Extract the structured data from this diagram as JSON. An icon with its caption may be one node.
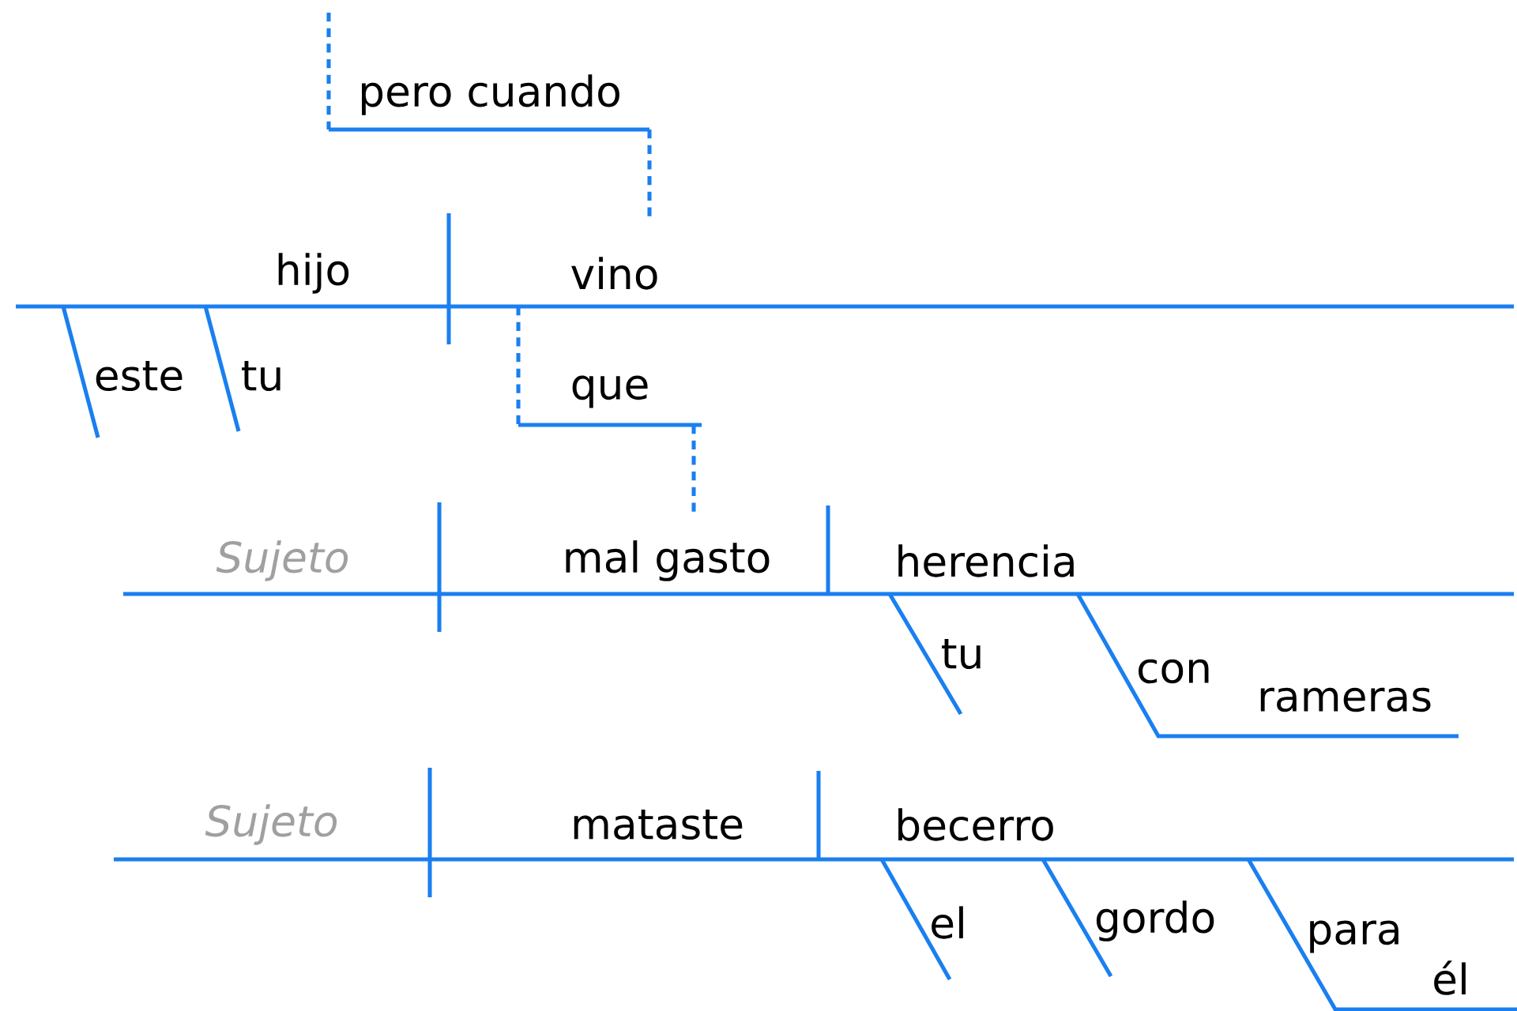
{
  "diagram": {
    "labels": [
      "pero cuando",
      "hijo",
      "vino",
      "este",
      "tu",
      "que",
      "Sujeto",
      "mal gasto",
      "herencia",
      "tu",
      "con",
      "rameras",
      "Sujeto",
      "mataste",
      "becerro",
      "el",
      "gordo",
      "para",
      "él"
    ]
  }
}
